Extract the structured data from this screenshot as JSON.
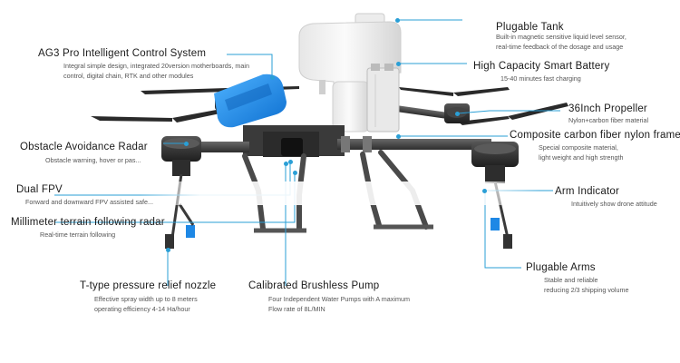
{
  "labels": {
    "tank": {
      "title": "Plugable Tank",
      "lines": [
        "Built-in magnetic sensitive liquid level sensor,",
        "real-time feedback of the dosage and usage"
      ]
    },
    "control": {
      "title": "AG3 Pro Intelligent Control System",
      "lines": [
        "Integral simple design, integrated 20version motherboards, main",
        "control, digital chain, RTK and other modules"
      ]
    },
    "battery": {
      "title": "High Capacity Smart Battery",
      "lines": [
        "15-40 minutes fast charging"
      ]
    },
    "propeller": {
      "title": "36Inch Propeller",
      "lines": [
        "Nylon+carbon fiber material"
      ]
    },
    "radar": {
      "title": "Obstacle Avoidance Radar",
      "lines": [
        "Obstacle warning, hover or pas..."
      ]
    },
    "frame": {
      "title": "Composite carbon fiber nylon frame",
      "lines": [
        "Special composite material,",
        "light weight and high strength"
      ]
    },
    "fpv": {
      "title": "Dual FPV",
      "lines": [
        "Forward and downward FPV assisted safe..."
      ]
    },
    "arm_indicator": {
      "title": "Arm Indicator",
      "lines": [
        "Intuitively show drone attitude"
      ]
    },
    "terrain": {
      "title": "Millimeter terrain following radar",
      "lines": [
        "Real-time terrain following"
      ]
    },
    "arms": {
      "title": "Plugable Arms",
      "lines": [
        "Stable and reliable",
        "reducing 2/3 shipping volume"
      ]
    },
    "nozzle": {
      "title": "T-type pressure relief nozzle",
      "lines": [
        "Effective spray width up to 8 meters",
        "operating efficiency 4-14 Ha/hour"
      ]
    },
    "pump": {
      "title": "Calibrated Brushless Pump",
      "lines": [
        "Four Independent Water Pumps with A maximum",
        "Flow rate of 8L/MIN"
      ]
    }
  },
  "colors": {
    "accent_line": "#2a9fd6",
    "control_cover": "#1e88e5",
    "frame": "#3c3c3c",
    "tank": "#f2f2f2",
    "nozzle": "#2196f3"
  }
}
